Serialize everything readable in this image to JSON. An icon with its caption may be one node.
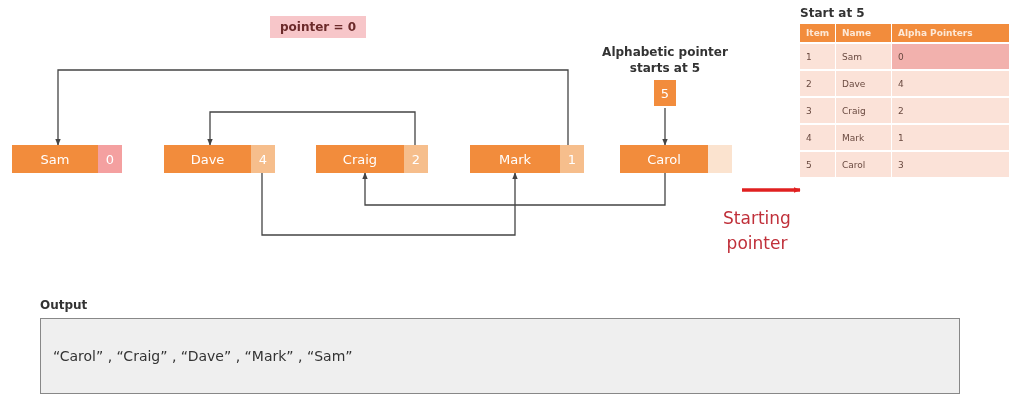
{
  "diagram": {
    "nodes": [
      {
        "text": [
          "Sam",
          "0"
        ]
      },
      {
        "text": [
          "Dave",
          "4"
        ]
      },
      {
        "text": [
          "Craig",
          "2"
        ]
      },
      {
        "text": [
          "Mark",
          "1"
        ]
      },
      {
        "text": [
          "Alphabetic pointer starts at 5",
          "5"
        ]
      },
      {
        "text": [
          "Carol"
        ]
      },
      {
        "text": [
          "Start at 5"
        ]
      },
      {
        "text": [
          "Output",
          "“Carol” , “Craig” , “Dave” , “Mark” , “Sam”"
        ]
      }
    ],
    "edges": [
      {
        "from": 3,
        "to": 0,
        "arrow": "to"
      },
      {
        "from": 2,
        "to": 1,
        "arrow": "to"
      },
      {
        "from": 1,
        "to": 3,
        "arrow": "to"
      },
      {
        "from": 5,
        "to": 2,
        "arrow": "to"
      },
      {
        "from": 4,
        "to": 5,
        "arrow": "to"
      },
      {
        "from": null,
        "to": 6,
        "arrow": "to",
        "style": "thick",
        "color": "#e02020"
      }
    ],
    "labels": [
      "pointer = 0",
      "Item",
      "Name",
      "Alpha Pointers",
      "1",
      "Sam",
      "0",
      "2",
      "Dave",
      "4",
      "3",
      "Craig",
      "2",
      "4",
      "Mark",
      "1",
      "5",
      "Carol",
      "3",
      "Starting pointer"
    ]
  }
}
